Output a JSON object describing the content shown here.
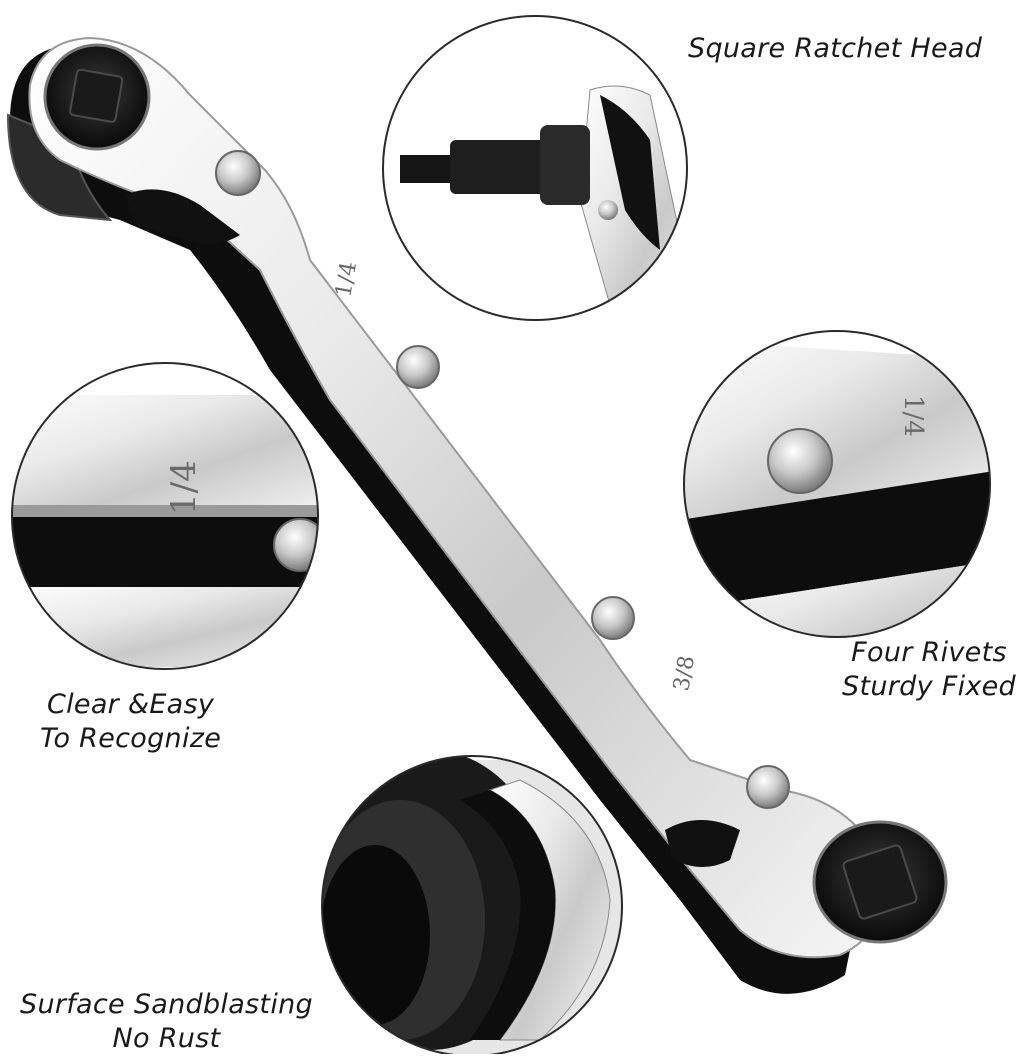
{
  "captions": {
    "ratchet_head": {
      "lines": [
        "Square Ratchet Head"
      ]
    },
    "rivets": {
      "lines": [
        "Four Rivets",
        "Sturdy Fixed"
      ]
    },
    "recognize": {
      "lines": [
        "Clear &Easy",
        "To Recognize"
      ]
    },
    "sandblasting": {
      "lines": [
        "Surface Sandblasting",
        "No Rust"
      ]
    }
  },
  "markings": {
    "size_top": "1/4",
    "size_bottom": "3/8",
    "size_zoom_left": "1/4",
    "size_zoom_right": "1/4"
  },
  "colors": {
    "chrome_light": "#f4f4f4",
    "chrome_mid": "#bdbdbd",
    "chrome_dark": "#7a7a7a",
    "black_core": "#0d0d0d",
    "circle_stroke": "#2a2a2a"
  }
}
